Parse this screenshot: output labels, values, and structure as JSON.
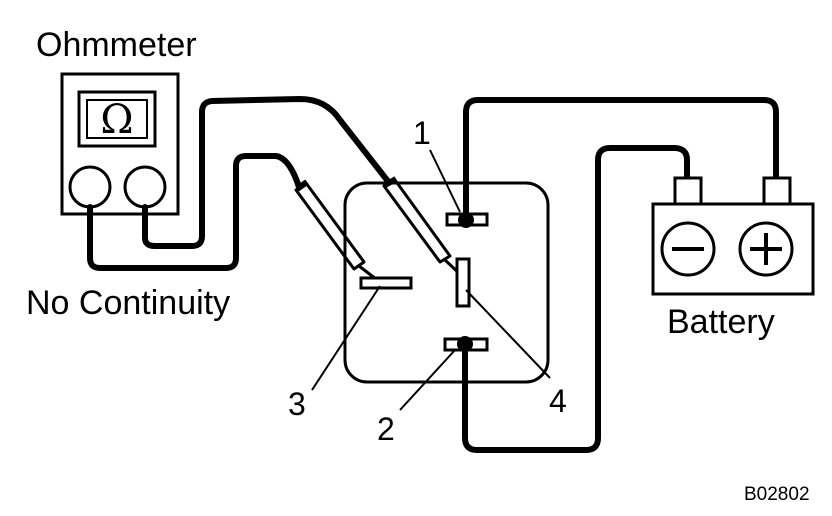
{
  "labels": {
    "ohmmeter": "Ohmmeter",
    "no_continuity": "No Continuity",
    "battery": "Battery",
    "terminal_1": "1",
    "terminal_2": "2",
    "terminal_3": "3",
    "terminal_4": "4",
    "figure_code": "B02802"
  },
  "symbols": {
    "ohm": "Ω",
    "minus": "−",
    "plus": "+"
  },
  "colors": {
    "ink": "#000000",
    "paper": "#ffffff"
  }
}
